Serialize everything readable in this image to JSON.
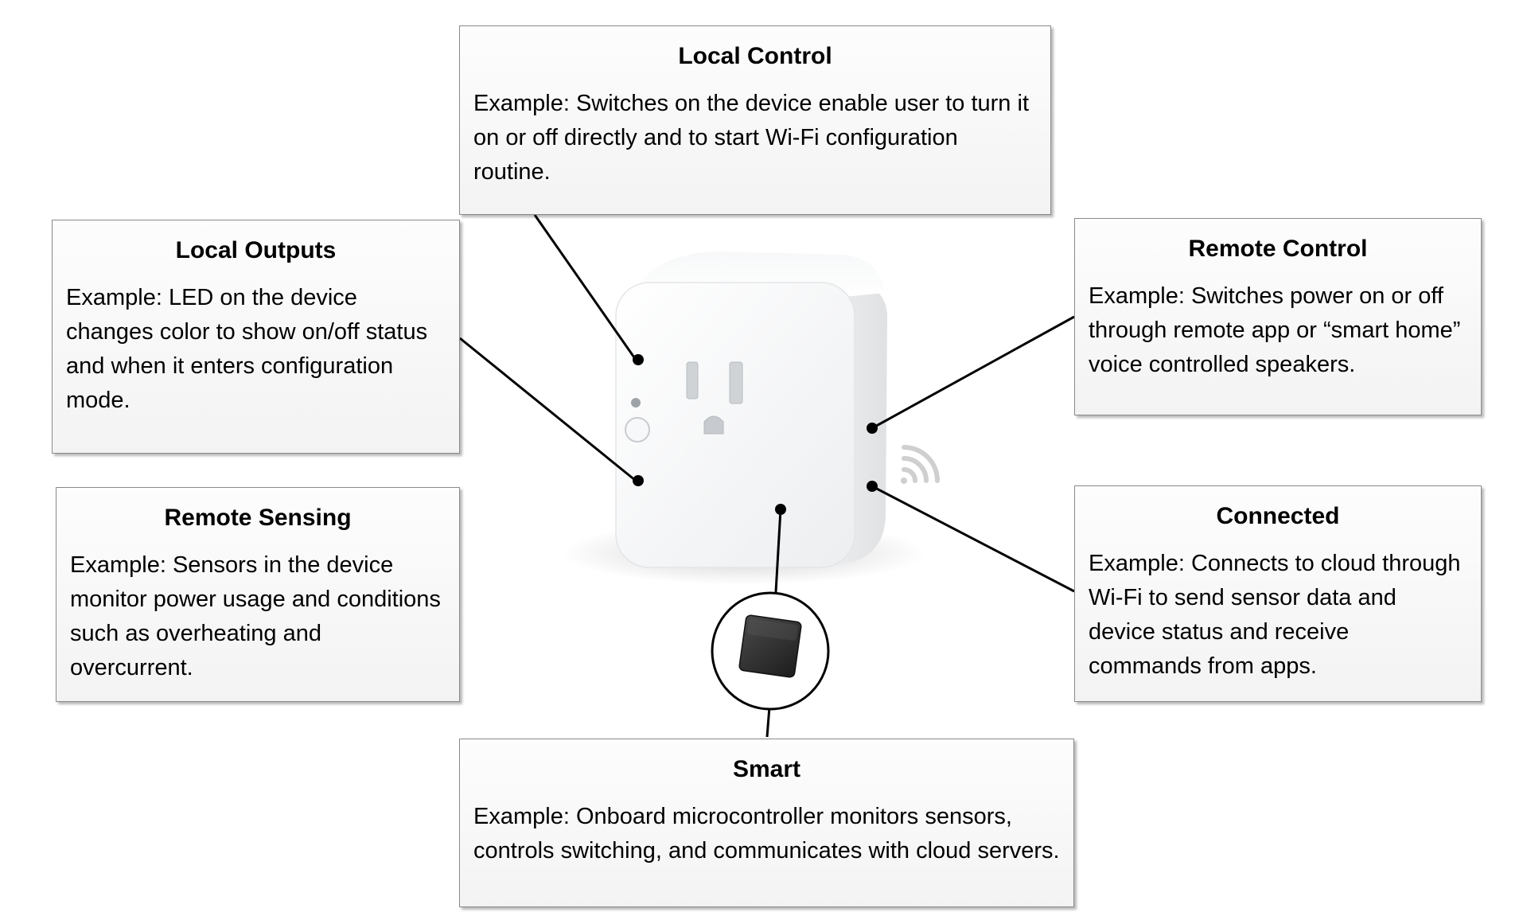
{
  "boxes": {
    "local_control": {
      "title": "Local Control",
      "text": "Example: Switches on the device enable user to turn it on or off directly and to start Wi-Fi configuration routine."
    },
    "local_outputs": {
      "title": "Local Outputs",
      "text": "Example: LED on the device changes color to show on/off status and when it enters configuration mode."
    },
    "remote_sensing": {
      "title": "Remote Sensing",
      "text": "Example: Sensors in the device monitor power usage and conditions such as overheating and overcurrent."
    },
    "remote_control": {
      "title": "Remote Control",
      "text": "Example: Switches power on or off through remote app or “smart home” voice controlled speakers."
    },
    "connected": {
      "title": "Connected",
      "text": "Example: Connects to cloud through Wi-Fi to send sensor data and device status and receive commands from apps."
    },
    "smart": {
      "title": "Smart",
      "text": "Example: Onboard microcontroller monitors sensors, controls switching, and communicates with cloud servers."
    }
  },
  "icons": [
    "smart-plug-image",
    "wifi-icon",
    "microchip-icon"
  ]
}
